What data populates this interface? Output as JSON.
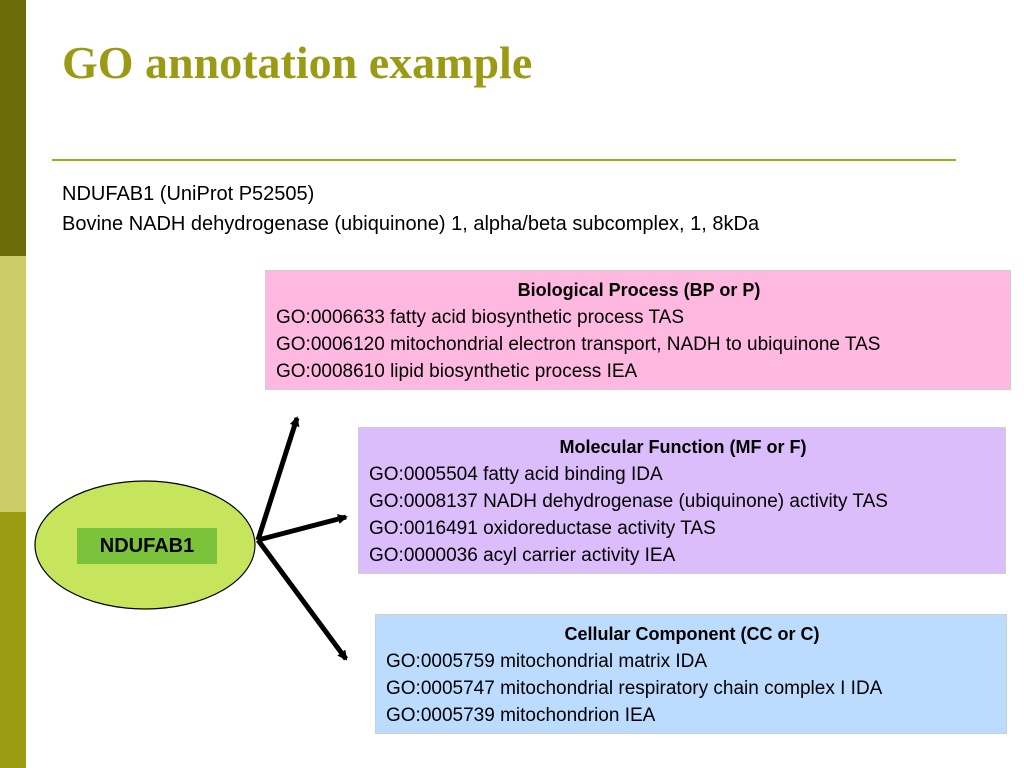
{
  "colors": {
    "bar_top": "#6b6b08",
    "bar_mid": "#cccc66",
    "bar_bottom": "#9c9c12",
    "title": "#9a9a14",
    "rule": "#a5a51e",
    "ellipse": "#c6e45c",
    "node_box": "#7bc33b",
    "bp_box": "#ffb9e0",
    "mf_box": "#dcbdfb",
    "cc_box": "#bcdcff",
    "arrow": "#000000"
  },
  "slide": {
    "title": "GO annotation example",
    "protein_line": "NDUFAB1 (UniProt P52505)",
    "description_line": "Bovine NADH dehydrogenase (ubiquinone) 1, alpha/beta subcomplex, 1, 8kDa"
  },
  "node": {
    "label": "NDUFAB1"
  },
  "boxes": {
    "bp": {
      "heading": "Biological Process (BP or P)",
      "terms": [
        "GO:0006633 fatty acid biosynthetic process TAS",
        "GO:0006120 mitochondrial electron transport, NADH to ubiquinone TAS",
        "GO:0008610 lipid biosynthetic process IEA"
      ]
    },
    "mf": {
      "heading": "Molecular Function (MF or F)",
      "terms": [
        "GO:0005504 fatty acid binding IDA",
        "GO:0008137 NADH dehydrogenase (ubiquinone) activity TAS",
        "GO:0016491 oxidoreductase activity TAS",
        "GO:0000036 acyl carrier activity IEA"
      ]
    },
    "cc": {
      "heading": "Cellular Component (CC or C)",
      "terms": [
        "GO:0005759 mitochondrial matrix IDA",
        "GO:0005747 mitochondrial respiratory chain complex I IDA",
        "GO:0005739 mitochondrion IEA"
      ]
    }
  }
}
